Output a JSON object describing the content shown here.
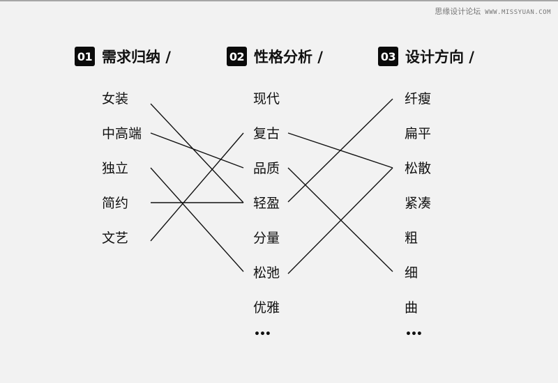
{
  "watermark": {
    "name": "思缘设计论坛",
    "site": "WWW.MISSYUAN.COM"
  },
  "columns": [
    {
      "number": "01",
      "title": "需求归纳 /",
      "items": [
        "女装",
        "中高端",
        "独立",
        "简约",
        "文艺"
      ]
    },
    {
      "number": "02",
      "title": "性格分析 /",
      "items": [
        "现代",
        "复古",
        "品质",
        "轻盈",
        "分量",
        "松弛",
        "优雅"
      ],
      "more": "•••"
    },
    {
      "number": "03",
      "title": "设计方向 /",
      "items": [
        "纤瘦",
        "扁平",
        "松散",
        "紧凑",
        "粗",
        "细",
        "曲"
      ],
      "more": "•••"
    }
  ],
  "connections": {
    "needs_to_traits": [
      {
        "from": "女装",
        "to": "轻盈"
      },
      {
        "from": "中高端",
        "to": "品质"
      },
      {
        "from": "独立",
        "to": "松弛"
      },
      {
        "from": "简约",
        "to": "轻盈"
      },
      {
        "from": "文艺",
        "to": "复古"
      }
    ],
    "traits_to_design": [
      {
        "from": "复古",
        "to": "松散"
      },
      {
        "from": "品质",
        "to": "细"
      },
      {
        "from": "轻盈",
        "to": "纤瘦"
      },
      {
        "from": "松弛",
        "to": "松散"
      }
    ]
  },
  "colors": {
    "background": "#f2f2f2",
    "ink": "#111111",
    "badge": "#0b0b0b"
  }
}
